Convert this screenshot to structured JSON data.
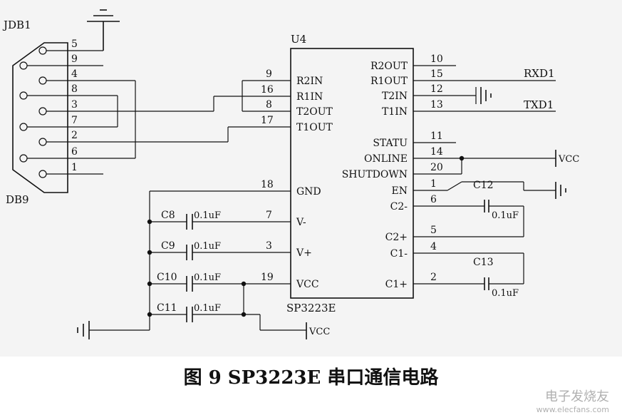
{
  "connector": {
    "ref": "JDB1",
    "type": "DB9",
    "pins": [
      "5",
      "9",
      "4",
      "8",
      "3",
      "7",
      "2",
      "6",
      "1"
    ]
  },
  "ic": {
    "ref": "U4",
    "part": "SP3223E",
    "left_pins": [
      {
        "num": "9",
        "name": "R2IN"
      },
      {
        "num": "16",
        "name": "R1IN"
      },
      {
        "num": "8",
        "name": "T2OUT"
      },
      {
        "num": "17",
        "name": "T1OUT"
      },
      {
        "num": "18",
        "name": "GND"
      },
      {
        "num": "7",
        "name": "V-"
      },
      {
        "num": "3",
        "name": "V+"
      },
      {
        "num": "19",
        "name": "VCC"
      }
    ],
    "right_pins": [
      {
        "num": "10",
        "name": "R2OUT"
      },
      {
        "num": "15",
        "name": "R1OUT"
      },
      {
        "num": "12",
        "name": "T2IN"
      },
      {
        "num": "13",
        "name": "T1IN"
      },
      {
        "num": "11",
        "name": "STATU"
      },
      {
        "num": "14",
        "name": "ONLINE"
      },
      {
        "num": "20",
        "name": "SHUTDOWN"
      },
      {
        "num": "1",
        "name": "EN"
      },
      {
        "num": "6",
        "name": "C2-"
      },
      {
        "num": "5",
        "name": "C2+"
      },
      {
        "num": "4",
        "name": "C1-"
      },
      {
        "num": "2",
        "name": "C1+"
      }
    ]
  },
  "capacitors": {
    "c8": {
      "ref": "C8",
      "value": "0.1uF"
    },
    "c9": {
      "ref": "C9",
      "value": "0.1uF"
    },
    "c10": {
      "ref": "C10",
      "value": "0.1uF"
    },
    "c11": {
      "ref": "C11",
      "value": "0.1uF"
    },
    "c12": {
      "ref": "C12",
      "value": "0.1uF"
    },
    "c13": {
      "ref": "C13",
      "value": "0.1uF"
    }
  },
  "nets": {
    "rxd": "RXD1",
    "txd": "TXD1",
    "vcc_right": "VCC",
    "vcc_bottom": "VCC"
  },
  "caption": "图 9  SP3223E 串口通信电路",
  "watermark": {
    "cn": "电子发烧友",
    "url": "www.elecfans.com"
  }
}
